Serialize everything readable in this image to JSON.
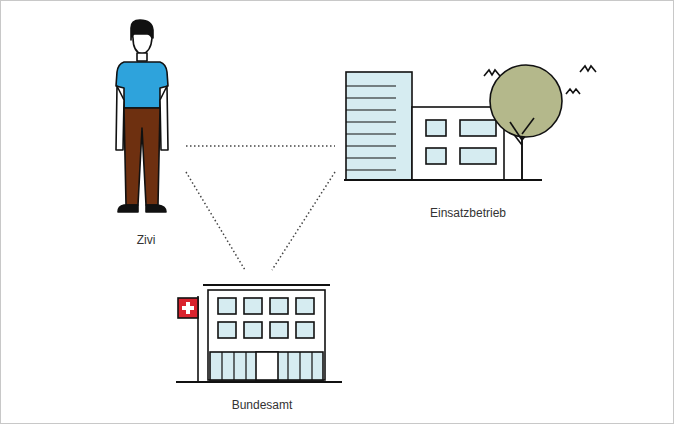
{
  "diagram": {
    "nodes": [
      {
        "text": [
          "Zivi"
        ]
      },
      {
        "text": [
          "Einsatzbetrieb"
        ]
      },
      {
        "text": [
          "Bundesamt"
        ]
      }
    ],
    "edges": [
      {
        "from": 0,
        "to": 1,
        "arrow": "none"
      },
      {
        "from": 0,
        "to": 2,
        "arrow": "none"
      },
      {
        "from": 1,
        "to": 2,
        "arrow": "none"
      }
    ]
  }
}
